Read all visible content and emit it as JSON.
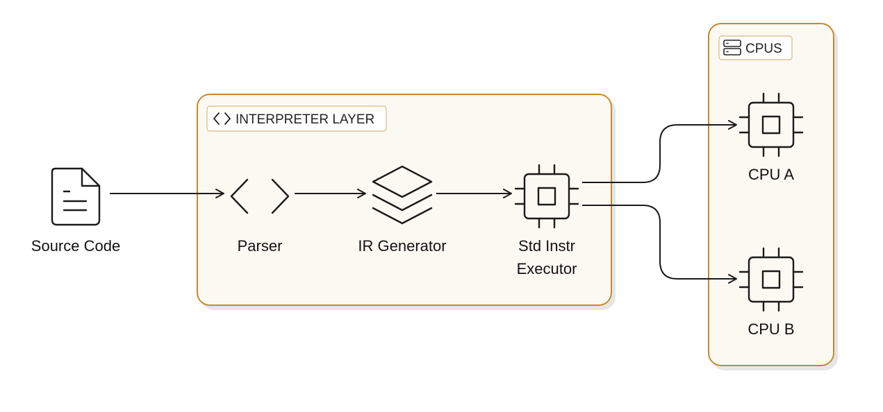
{
  "colors": {
    "group_border": "#c48a2a",
    "group_fill": "#fcf9f3",
    "stroke": "#1a1a1a",
    "background": "#ffffff"
  },
  "groups": {
    "interpreter": {
      "title": "INTERPRETER LAYER",
      "icon": "code-brackets-icon"
    },
    "cpus": {
      "title": "CPUS",
      "icon": "server-icon"
    }
  },
  "nodes": {
    "source": {
      "label": "Source Code",
      "icon": "document-icon"
    },
    "parser": {
      "label": "Parser",
      "icon": "code-brackets-icon"
    },
    "ir": {
      "label": "IR Generator",
      "icon": "layers-icon"
    },
    "executor": {
      "label_line1": "Std Instr",
      "label_line2": "Executor",
      "icon": "cpu-icon"
    },
    "cpu_a": {
      "label": "CPU A",
      "icon": "cpu-icon"
    },
    "cpu_b": {
      "label": "CPU B",
      "icon": "cpu-icon"
    }
  },
  "edges": [
    {
      "from": "Source Code",
      "to": "Parser"
    },
    {
      "from": "Parser",
      "to": "IR Generator"
    },
    {
      "from": "IR Generator",
      "to": "Std Instr Executor"
    },
    {
      "from": "Std Instr Executor",
      "to": "CPU A"
    },
    {
      "from": "Std Instr Executor",
      "to": "CPU B"
    }
  ]
}
